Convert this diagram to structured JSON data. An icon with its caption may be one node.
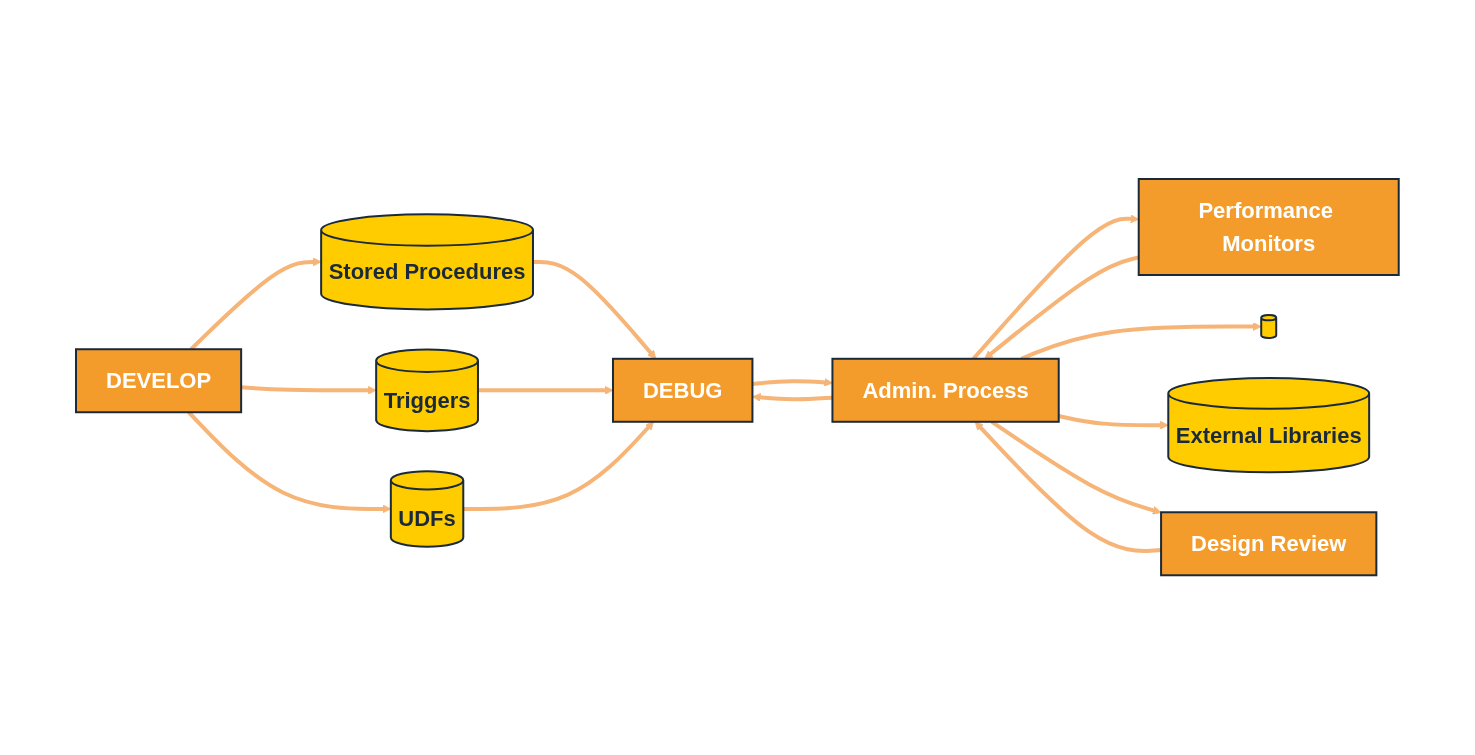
{
  "diagram": {
    "nodes": [
      {
        "text": [
          "DEVELOP"
        ]
      },
      {
        "text": [
          "Stored Procedures"
        ]
      },
      {
        "text": [
          "Triggers"
        ]
      },
      {
        "text": [
          "UDFs"
        ]
      },
      {
        "text": [
          "DEBUG"
        ]
      },
      {
        "text": [
          "Performance Monitors"
        ]
      },
      {
        "text": [
          "Admin. Process"
        ]
      },
      {
        "text": [],
        "shape": "cylinder"
      },
      {
        "text": [
          "External Libraries"
        ]
      },
      {
        "text": [
          "Design Review"
        ]
      }
    ],
    "edges": [
      {
        "from": 0,
        "to": 1,
        "arrow": "to"
      },
      {
        "from": 0,
        "to": 2,
        "arrow": "to"
      },
      {
        "from": 0,
        "to": 3,
        "arrow": "to"
      },
      {
        "from": 1,
        "to": 4,
        "arrow": "to"
      },
      {
        "from": 2,
        "to": 4,
        "arrow": "to"
      },
      {
        "from": 3,
        "to": 4,
        "arrow": "to"
      },
      {
        "from": 4,
        "to": 6,
        "arrow": "to"
      },
      {
        "from": 6,
        "to": 4,
        "arrow": "to"
      },
      {
        "from": 5,
        "to": 6,
        "arrow": "to"
      },
      {
        "from": 6,
        "to": 5,
        "arrow": "to"
      },
      {
        "from": 6,
        "to": 7,
        "arrow": "to"
      },
      {
        "from": 6,
        "to": 8,
        "arrow": "to"
      },
      {
        "from": 9,
        "to": 6,
        "arrow": "to"
      },
      {
        "from": 6,
        "to": 9,
        "arrow": "to"
      }
    ]
  }
}
